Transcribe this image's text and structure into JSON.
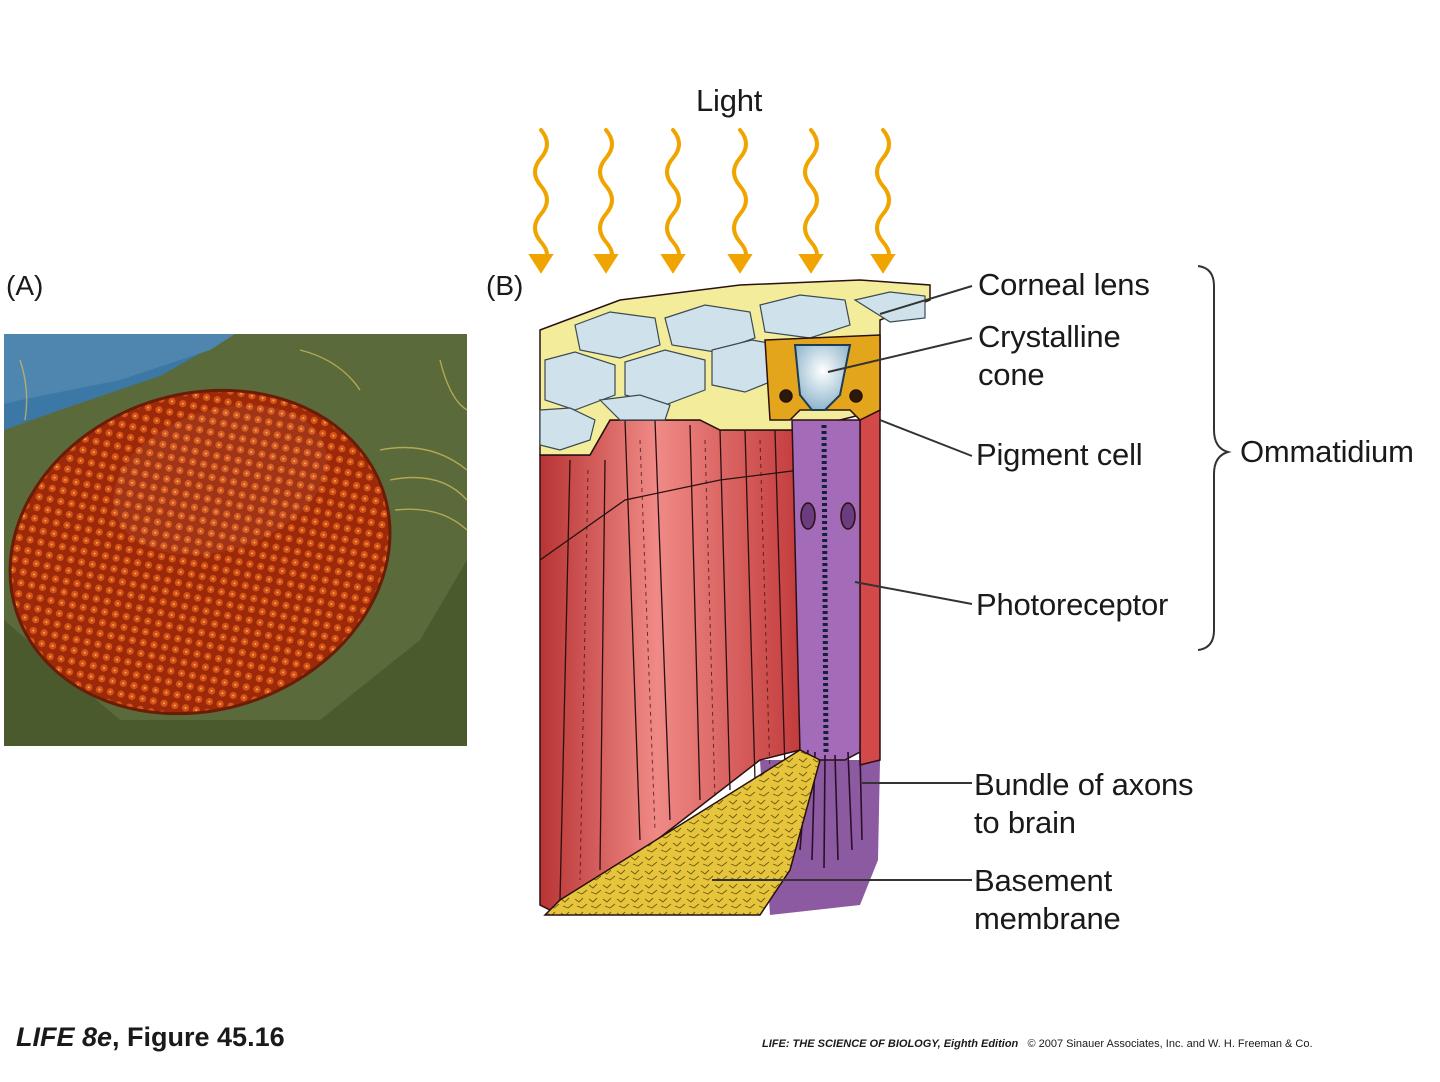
{
  "panels": {
    "a_label": "(A)",
    "b_label": "(B)"
  },
  "labels": {
    "light": "Light",
    "corneal_lens": "Corneal lens",
    "crystalline_cone_1": "Crystalline",
    "crystalline_cone_2": "cone",
    "pigment_cell": "Pigment cell",
    "photoreceptor": "Photoreceptor",
    "bundle_1": "Bundle of axons",
    "bundle_2": "to brain",
    "basement_1": "Basement",
    "basement_2": "membrane",
    "ommatidium": "Ommatidium"
  },
  "footer": {
    "book": "LIFE 8e",
    "figure": ", Figure 45.16",
    "credit_title": "LIFE: THE SCIENCE OF BIOLOGY, Eighth Edition",
    "credit_copy": "© 2007 Sinauer Associates, Inc. and W. H. Freeman & Co."
  },
  "colors": {
    "light_arrow": "#f0a400",
    "cell_red": "#d94a4a",
    "photoreceptor": "#9b63b0",
    "basement": "#e3c53a",
    "lens": "#c9dde8",
    "eye_red": "#b8360c"
  }
}
